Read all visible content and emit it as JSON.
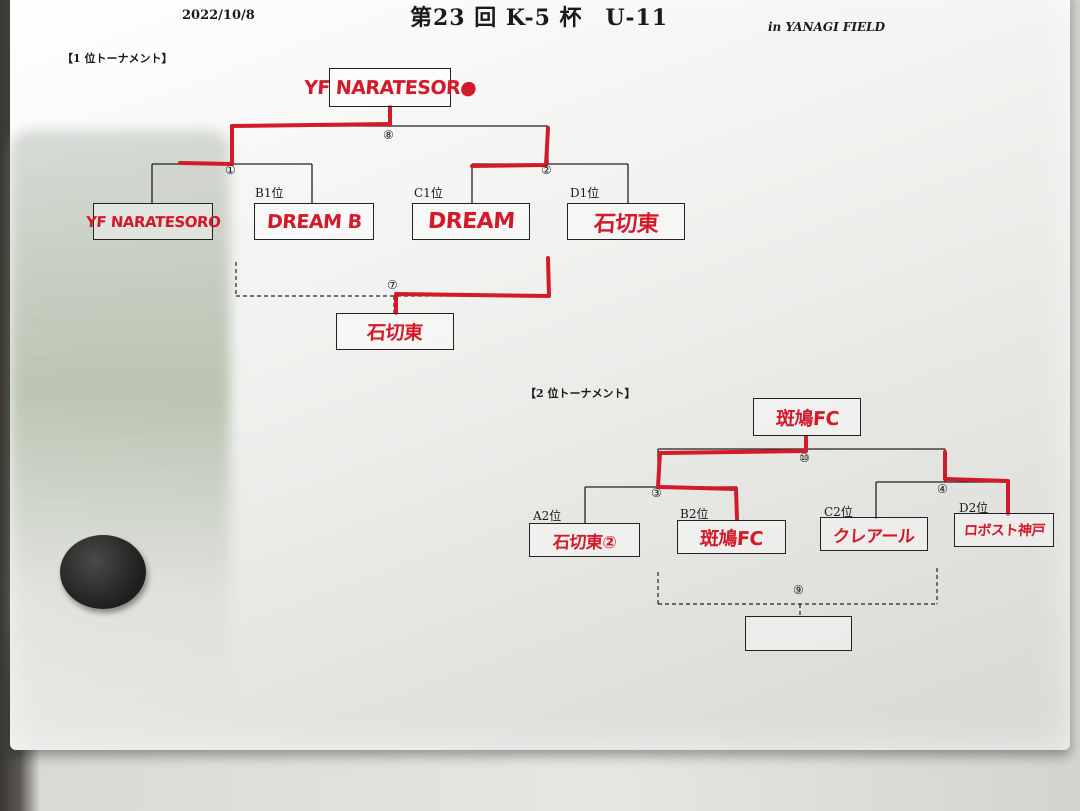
{
  "header": {
    "date": "2022/10/8",
    "title": "第23 回 K-5 杯　U-11",
    "venue": "in  YANAGI FIELD"
  },
  "tournament1": {
    "label": "【1 位トーナメント】",
    "winner": "YF NARATESOR●",
    "final_match": "⑧",
    "third_place_match": "⑦",
    "third_place_result": "石切東",
    "semi_left_match": "①",
    "semi_right_match": "②",
    "teams": [
      {
        "seed": "",
        "name": "YF NARATESORO"
      },
      {
        "seed": "B1位",
        "name": "DREAM B"
      },
      {
        "seed": "C1位",
        "name": "DREAM"
      },
      {
        "seed": "D1位",
        "name": "石切東"
      }
    ]
  },
  "tournament2": {
    "label": "【2 位トーナメント】",
    "winner": "斑鳩FC",
    "final_match": "⑩",
    "third_place_match": "⑨",
    "third_place_result": "",
    "semi_left_match": "③",
    "semi_right_match": "④",
    "teams": [
      {
        "seed": "A2位",
        "name": "石切東②"
      },
      {
        "seed": "B2位",
        "name": "斑鳩FC"
      },
      {
        "seed": "C2位",
        "name": "クレアール"
      },
      {
        "seed": "D2位",
        "name": "ロボスト神戸"
      }
    ]
  },
  "colors": {
    "marker_red": "#d4192b",
    "printed_ink": "#222222"
  }
}
